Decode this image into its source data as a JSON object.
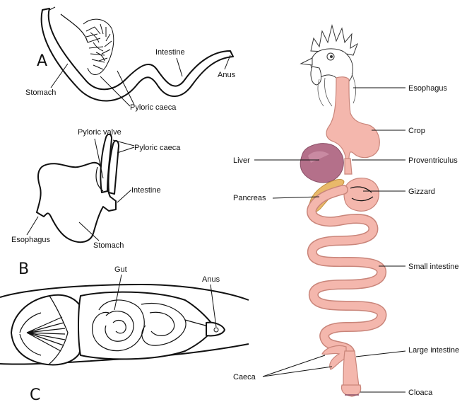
{
  "panel_a": {
    "letter": "A",
    "labels": {
      "stomach": "Stomach",
      "intestine": "Intestine",
      "anus": "Anus",
      "pyloric_caeca": "Pyloric caeca"
    }
  },
  "panel_b": {
    "letter": "B",
    "labels": {
      "pyloric_valve": "Pyloric valve",
      "pyloric_caeca": "Pyloric caeca",
      "intestine": "Intestine",
      "esophagus": "Esophagus",
      "stomach": "Stomach"
    }
  },
  "panel_c": {
    "letter": "C",
    "labels": {
      "gut": "Gut",
      "anus": "Anus"
    }
  },
  "bird": {
    "labels": {
      "esophagus": "Esophagus",
      "crop": "Crop",
      "liver": "Liver",
      "proventriculus": "Proventriculus",
      "pancreas": "Pancreas",
      "gizzard": "Gizzard",
      "small_intestine": "Small intestine",
      "large_intestine": "Large intestine",
      "caeca": "Caeca",
      "cloaca": "Cloaca"
    },
    "colors": {
      "tract": "#f4b7ad",
      "liver": "#b4708a",
      "pancreas": "#e9b96a",
      "comb": "#ffffff"
    }
  }
}
